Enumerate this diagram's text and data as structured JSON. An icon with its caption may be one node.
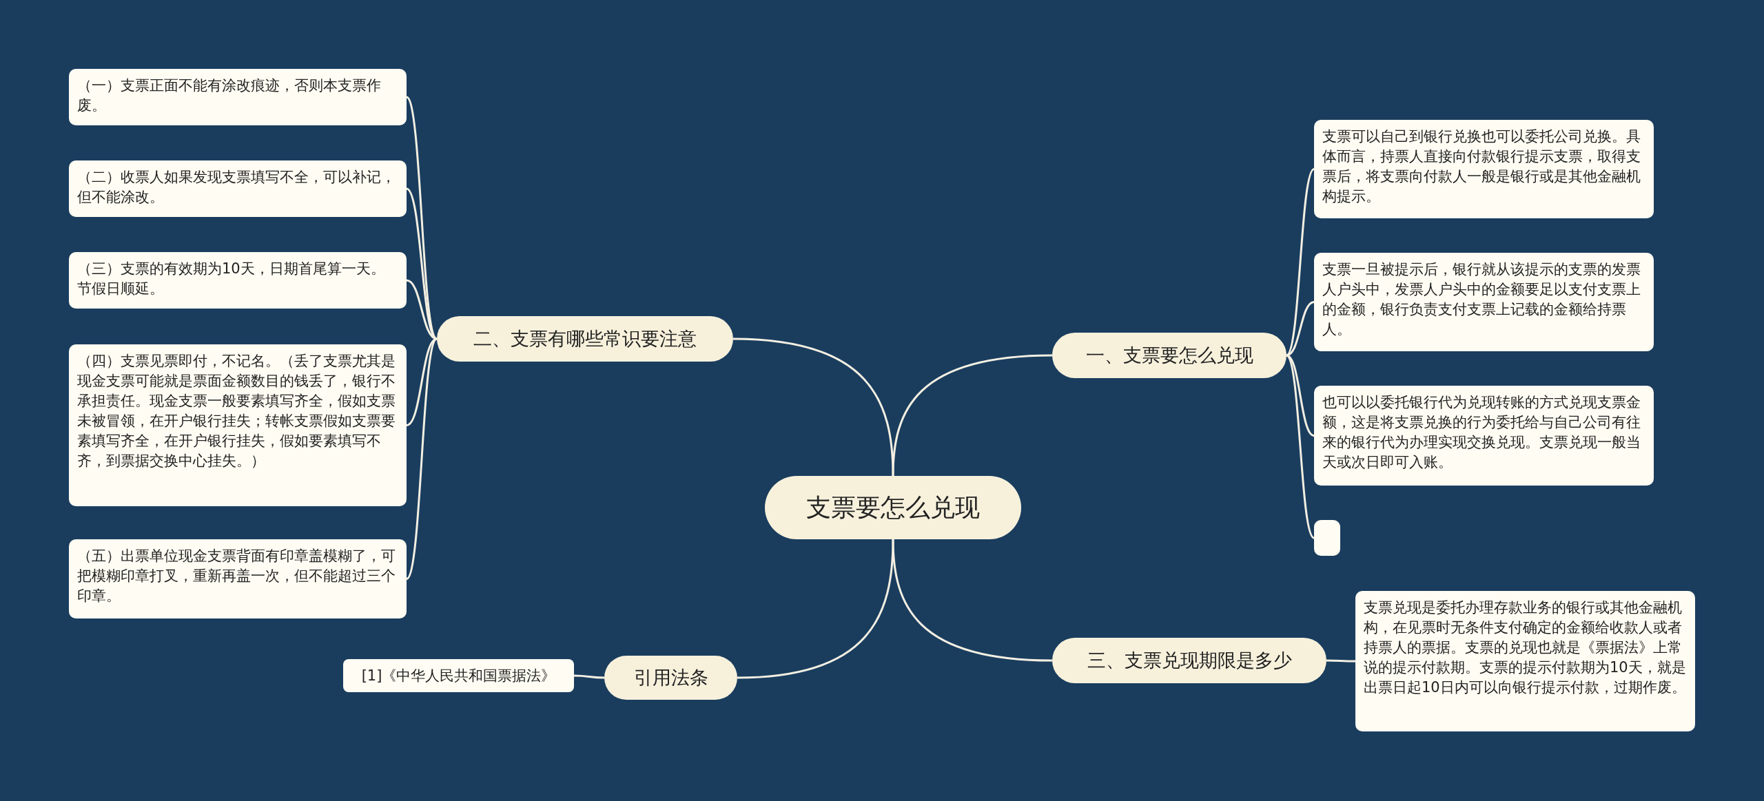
{
  "diagram": {
    "nodes": [
      {
        "text": [
          "支票要怎么兑现"
        ]
      },
      {
        "text": [
          "一、支票要怎么兑现"
        ]
      },
      {
        "text": [
          "支票可以自己到银行兑换也可以委托公司兑换。具体而言，持票人直接向付款银行提示支票，取得支票后，将支票向付款人一般是银行或是其他金融机构提示。"
        ]
      },
      {
        "text": [
          "支票一旦被提示后，银行就从该提示的支票的发票人户头中，发票人户头中的金额要足以支付支票上的金额，银行负责支付支票上记载的金额给持票人。"
        ]
      },
      {
        "text": [
          "也可以以委托银行代为兑现转账的方式兑现支票金额，这是将支票兑换的行为委托给与自己公司有往来的银行代为办理实现交换兑现。支票兑现一般当天或次日即可入账。"
        ]
      },
      {
        "text": [],
        "shape": "box"
      },
      {
        "text": [
          "二、支票有哪些常识要注意"
        ]
      },
      {
        "text": [
          "（一）支票正面不能有涂改痕迹，否则本支票作废。"
        ]
      },
      {
        "text": [
          "（二）收票人如果发现支票填写不全，可以补记，但不能涂改。"
        ]
      },
      {
        "text": [
          "（三）支票的有效期为10天，日期首尾算一天。节假日顺延。"
        ]
      },
      {
        "text": [
          "（四）支票见票即付，不记名。（丢了支票尤其是现金支票可能就是票面金额数目的钱丢了，银行不承担责任。现金支票一般要素填写齐全，假如支票未被冒领，在开户银行挂失；转帐支票假如支票要素填写齐全，在开户银行挂失，假如要素填写不齐，到票据交换中心挂失。）"
        ]
      },
      {
        "text": [
          "（五）出票单位现金支票背面有印章盖模糊了，可把模糊印章打叉，重新再盖一次，但不能超过三个印章。"
        ]
      },
      {
        "text": [
          "三、支票兑现期限是多少"
        ]
      },
      {
        "text": [
          "支票兑现是委托办理存款业务的银行或其他金融机构，在见票时无条件支付确定的金额给收款人或者持票人的票据。支票的兑现也就是《票据法》上常说的提示付款期。支票的提示付款期为10天，就是出票日起10日内可以向银行提示付款，过期作废。"
        ]
      },
      {
        "text": [
          "引用法条"
        ]
      },
      {
        "text": [
          "[1]《中华人民共和国票据法》"
        ]
      }
    ],
    "edges": [
      {
        "from": 0,
        "to": 1,
        "arrow": "none"
      },
      {
        "from": 1,
        "to": 2,
        "arrow": "none"
      },
      {
        "from": 1,
        "to": 3,
        "arrow": "none"
      },
      {
        "from": 1,
        "to": 4,
        "arrow": "none"
      },
      {
        "from": 1,
        "to": 5,
        "arrow": "none"
      },
      {
        "from": 0,
        "to": 6,
        "arrow": "none"
      },
      {
        "from": 6,
        "to": 7,
        "arrow": "none"
      },
      {
        "from": 6,
        "to": 8,
        "arrow": "none"
      },
      {
        "from": 6,
        "to": 9,
        "arrow": "none"
      },
      {
        "from": 6,
        "to": 10,
        "arrow": "none"
      },
      {
        "from": 6,
        "to": 11,
        "arrow": "none"
      },
      {
        "from": 0,
        "to": 12,
        "arrow": "none"
      },
      {
        "from": 12,
        "to": 13,
        "arrow": "none"
      },
      {
        "from": 0,
        "to": 14,
        "arrow": "none"
      },
      {
        "from": 14,
        "to": 15,
        "arrow": "none"
      }
    ]
  }
}
